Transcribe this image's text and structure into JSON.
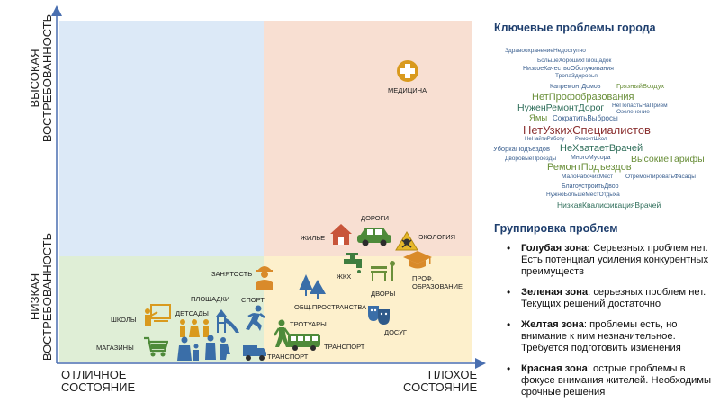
{
  "axes": {
    "y_high": [
      "ВЫСОКАЯ",
      "ВОСТРЕБОВАННОСТЬ"
    ],
    "y_low": [
      "НИЗКАЯ",
      "ВОСТРЕБОВАННОСТЬ"
    ],
    "x_left": [
      "ОТЛИЧНОЕ",
      "СОСТОЯНИЕ"
    ],
    "x_right": [
      "ПЛОХОЕ",
      "СОСТОЯНИЕ"
    ]
  },
  "quadrant_colors": {
    "blue": "#dce9f7",
    "red": "#f8dfd2",
    "green": "#dfeed6",
    "yellow": "#fdf0cc"
  },
  "items": {
    "medicine": "МЕДИЦИНА",
    "roads": "ДОРОГИ",
    "housing": "ЖИЛЬЕ",
    "ecology": "ЭКОЛОГИЯ",
    "employment": "ЗАНЯТОСТЬ",
    "zhkh": "ЖКХ",
    "yards": "ДВОРЫ",
    "prof_line1": "ПРОФ.",
    "prof_line2": "ОБРАЗОВАНИЕ",
    "public_spaces": "ОБЩ.ПРОСТРАНСТВА",
    "leisure": "ДОСУГ",
    "sidewalks": "ТРОТУАРЫ",
    "transport_bus": "ТРАНСПОРТ",
    "transport_car": "ТРАНСПОРТ",
    "sport": "СПОРТ",
    "playgrounds": "ПЛОЩАДКИ",
    "kindergartens": "ДЕТСАДЫ",
    "schools": "ШКОЛЫ",
    "shops": "МАГАЗИНЫ"
  },
  "cloud_title": "Ключевые проблемы города",
  "cloud_words": [
    {
      "t": "ЗдравоохранениеНедоступно",
      "c": "#3a5f8f",
      "s": 6.5
    },
    {
      "t": "БольшеХорошихПлощадок",
      "c": "#3a5f8f",
      "s": 6.5
    },
    {
      "t": "НизкоеКачествоОбслуживания",
      "c": "#3a5f8f",
      "s": 7
    },
    {
      "t": "ТропаЗдоровья",
      "c": "#3a5f8f",
      "s": 6.5
    },
    {
      "t": "КапремонтДомов",
      "c": "#3a5f8f",
      "s": 7
    },
    {
      "t": "ГрязныйВоздух",
      "c": "#6a8f3a",
      "s": 7.5
    },
    {
      "t": "НетПрофобразования",
      "c": "#6a8f3a",
      "s": 11
    },
    {
      "t": "НуженРемонтДорог",
      "c": "#2f6e5a",
      "s": 10.5
    },
    {
      "t": "НеПопастьНаПрием",
      "c": "#3a5f8f",
      "s": 6.5
    },
    {
      "t": "Озеленение",
      "c": "#3a5f8f",
      "s": 6.5
    },
    {
      "t": "Ямы",
      "c": "#6a8f3a",
      "s": 9.5
    },
    {
      "t": "СократитьВыбросы",
      "c": "#3a5f8f",
      "s": 8
    },
    {
      "t": "НетУзкихСпециалистов",
      "c": "#8a3030",
      "s": 13
    },
    {
      "t": "НеНайтиРаботу",
      "c": "#3a5f8f",
      "s": 6
    },
    {
      "t": "РемонтШкол",
      "c": "#3a5f8f",
      "s": 6
    },
    {
      "t": "УборкаПодъездов",
      "c": "#3a5f8f",
      "s": 7.5
    },
    {
      "t": "НеХватаетВрачей",
      "c": "#2f6e5a",
      "s": 11
    },
    {
      "t": "ДворовыеПроезды",
      "c": "#3a5f8f",
      "s": 6.5
    },
    {
      "t": "МногоМусора",
      "c": "#3a5f8f",
      "s": 7
    },
    {
      "t": "ВысокиеТарифы",
      "c": "#6a8f3a",
      "s": 10.5
    },
    {
      "t": "РемонтПодъездов",
      "c": "#6a8f3a",
      "s": 11
    },
    {
      "t": "МалоРабочихМест",
      "c": "#3a5f8f",
      "s": 6.5
    },
    {
      "t": "ОтремонтироватьФасады",
      "c": "#3a5f8f",
      "s": 6.5
    },
    {
      "t": "БлагоустроитьДвор",
      "c": "#3a5f8f",
      "s": 7
    },
    {
      "t": "НужноБольшеМестОтдыха",
      "c": "#3a5f8f",
      "s": 6.5
    },
    {
      "t": "НизкаяКвалификацияВрачей",
      "c": "#2f6e5a",
      "s": 8.5
    }
  ],
  "legend_title": "Группировка проблем",
  "legend": [
    {
      "term": "Голубая зона:",
      "text": " Серьезных проблем нет. Есть потенциал усиления конкурентных преимуществ"
    },
    {
      "term": "Зеленая зона",
      "text": ": серьезных проблем нет. Текущих решений достаточно"
    },
    {
      "term": "Желтая зона",
      "text": ": проблемы есть, но внимание к ним незначительное. Требуется подготовить изменения"
    },
    {
      "term": "Красная зона",
      "text": ": острые проблемы в фокусе внимания жителей. Необходимы срочные решения"
    }
  ]
}
